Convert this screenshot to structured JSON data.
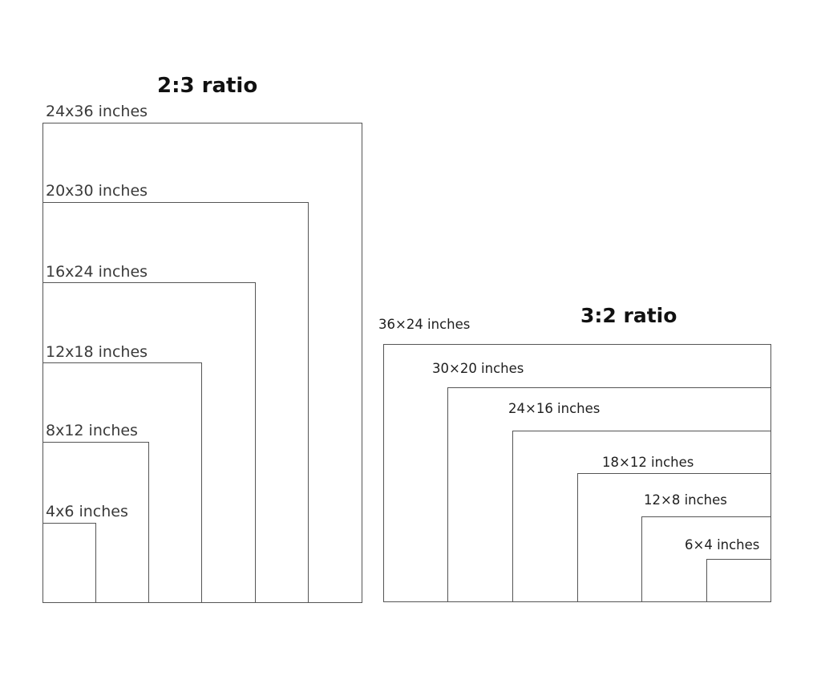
{
  "left_group": {
    "title": "2:3 ratio",
    "sizes": [
      {
        "label": "24x36 inches"
      },
      {
        "label": "20x30 inches"
      },
      {
        "label": "16x24 inches"
      },
      {
        "label": "12x18 inches"
      },
      {
        "label": "8x12 inches"
      },
      {
        "label": "4x6 inches"
      }
    ]
  },
  "right_group": {
    "title": "3:2 ratio",
    "sizes": [
      {
        "label": "36×24 inches"
      },
      {
        "label": "30×20 inches"
      },
      {
        "label": "24×16 inches"
      },
      {
        "label": "18×12 inches"
      },
      {
        "label": "12×8 inches"
      },
      {
        "label": "6×4 inches"
      }
    ]
  }
}
